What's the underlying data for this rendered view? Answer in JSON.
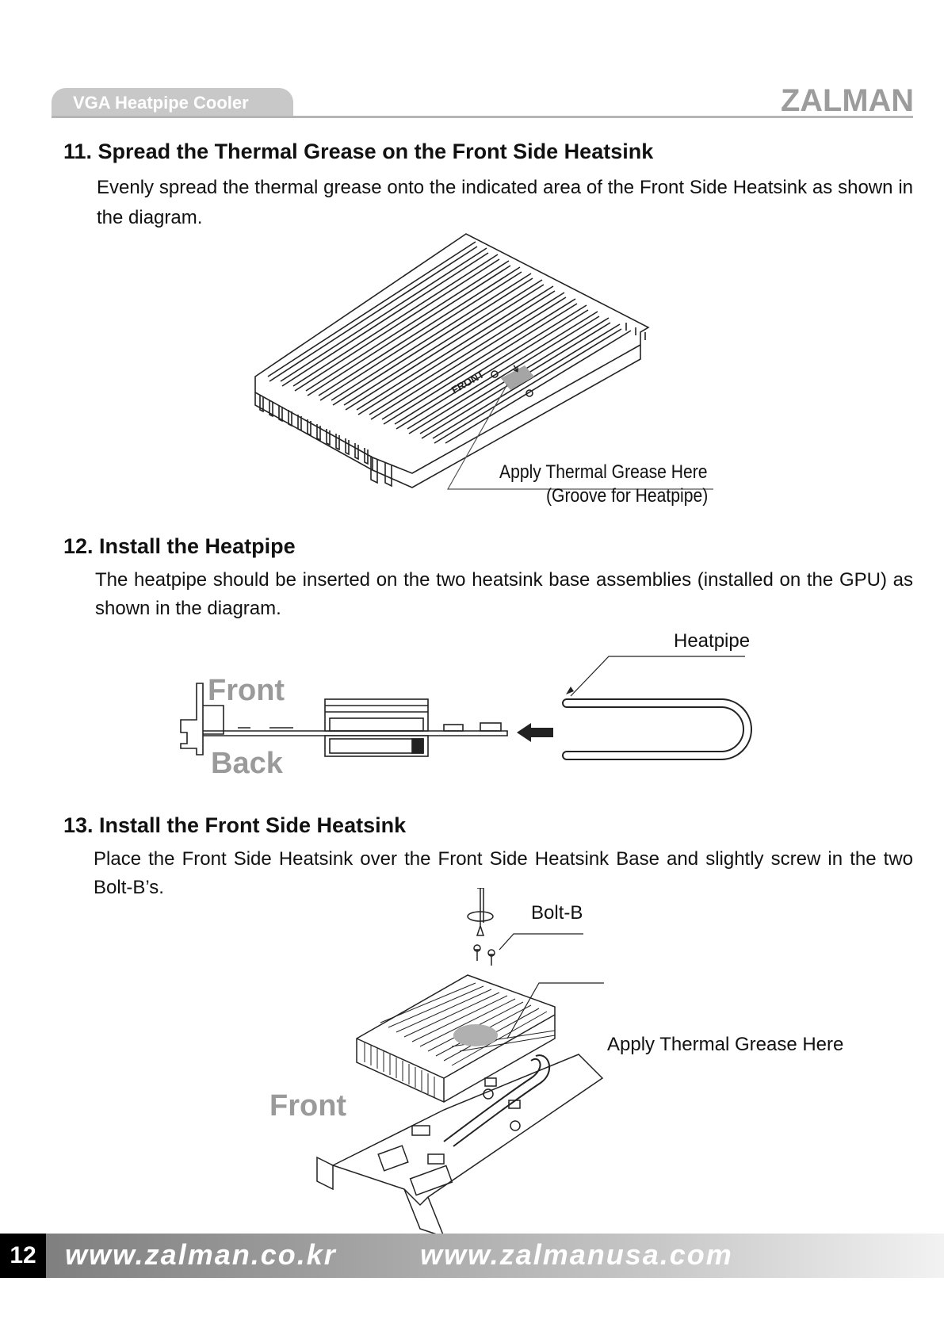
{
  "header": {
    "section_tab": "VGA Heatpipe Cooler",
    "brand": "ZALMAN"
  },
  "steps": [
    {
      "title": "11. Spread the Thermal Grease on the Front Side Heatsink",
      "body": "Evenly spread the thermal grease onto the indicated area of the Front Side Heatsink as shown in the diagram.",
      "figure": {
        "heatsink_marking": "FRONT",
        "callout_line1": "Apply Thermal Grease Here",
        "callout_line2": "(Groove for Heatpipe)"
      }
    },
    {
      "title": "12. Install the Heatpipe",
      "body": "The heatpipe should be inserted on the two heatsink base assemblies (installed on the GPU) as shown in the diagram.",
      "figure": {
        "heatpipe_label": "Heatpipe",
        "front_label": "Front",
        "back_label": "Back"
      }
    },
    {
      "title": "13. Install the Front Side Heatsink",
      "body": "Place the Front Side Heatsink over the Front Side Heatsink Base and slightly screw in the two Bolt-B’s.",
      "figure": {
        "bolt_label": "Bolt-B",
        "grease_label": "Apply Thermal Grease Here",
        "front_label": "Front"
      }
    }
  ],
  "footer": {
    "page_number": "12",
    "url_kr": "www.zalman.co.kr",
    "url_us": "www.zalmanusa.com"
  }
}
